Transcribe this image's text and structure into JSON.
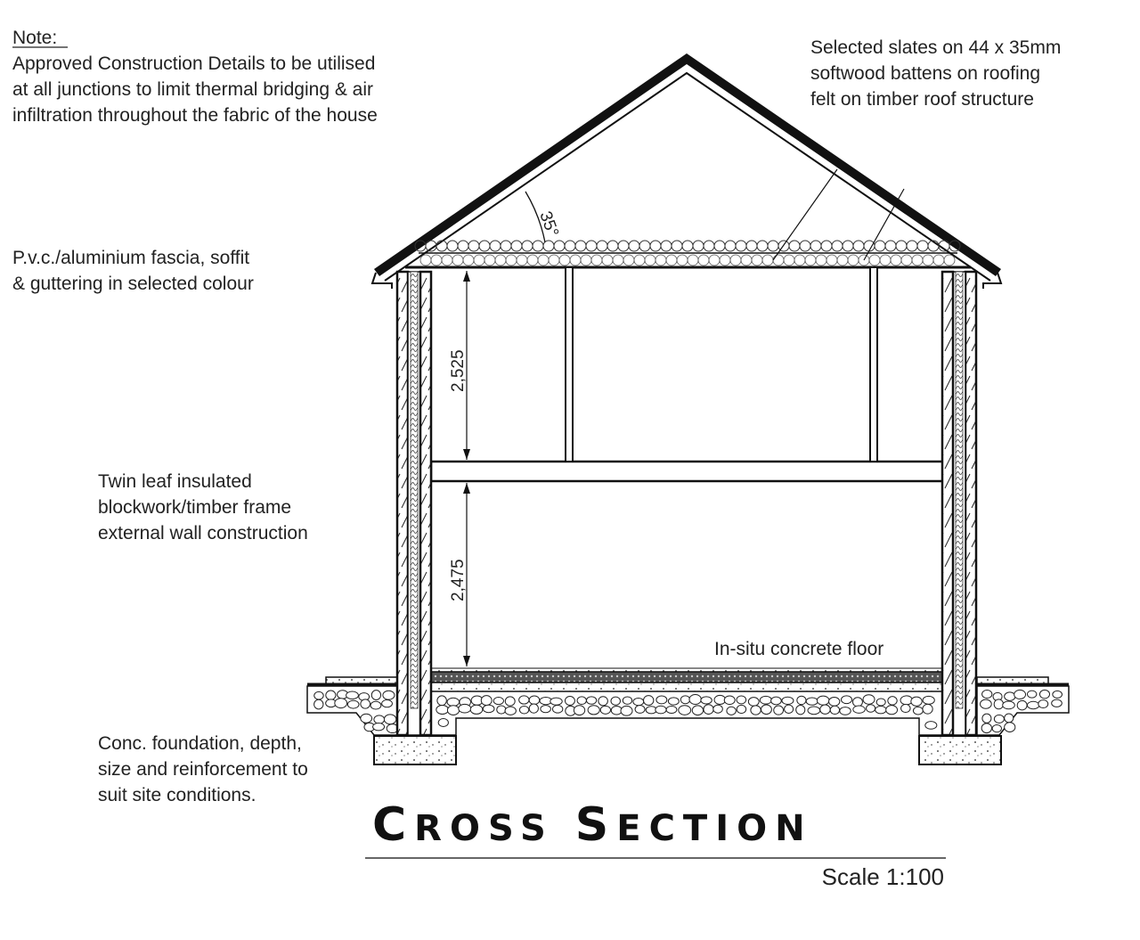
{
  "note": {
    "heading": "Note:",
    "lines": [
      "Approved Construction Details to be utilised",
      "at all junctions to limit thermal bridging & air",
      "infiltration throughout the fabric of the house"
    ]
  },
  "labels": {
    "roof": [
      "Selected slates on 44 x 35mm",
      "softwood battens on roofing",
      "felt on timber roof structure"
    ],
    "fascia": [
      "P.v.c./aluminium fascia, soffit",
      "& guttering in selected colour"
    ],
    "wall": [
      "Twin leaf insulated",
      "blockwork/timber frame",
      "external wall construction"
    ],
    "foundation": [
      "Conc. foundation, depth,",
      "size and reinforcement to",
      "suit site conditions."
    ],
    "floor": "In-situ concrete floor"
  },
  "dimensions": {
    "upper_height": "2,525",
    "lower_height": "2,475",
    "roof_pitch": "35°"
  },
  "title": {
    "first_letter_1": "C",
    "rest_1": "ROSS",
    "first_letter_2": "S",
    "rest_2": "ECTION",
    "scale": "Scale 1:100"
  }
}
